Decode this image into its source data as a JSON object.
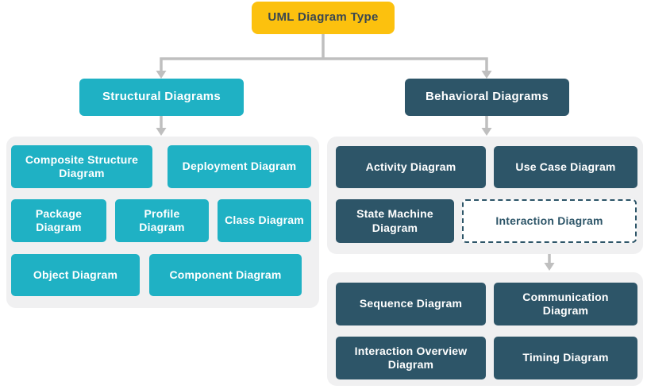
{
  "diagram_title": "UML Diagram Type",
  "colors": {
    "root_fill": "#FCC10E",
    "root_text": "#3A4750",
    "teal_fill": "#1FB1C4",
    "dark_fill": "#2D5568",
    "group_fill": "#F0F0F1",
    "connector": "#BFBFBF",
    "leaf_text": "#FFFFFF"
  },
  "root": {
    "label": "UML Diagram Type"
  },
  "structural": {
    "header": "Structural Diagrams",
    "items": [
      "Composite Structure Diagram",
      "Deployment Diagram",
      "Package Diagram",
      "Profile Diagram",
      "Class Diagram",
      "Object Diagram",
      "Component Diagram"
    ]
  },
  "behavioral": {
    "header": "Behavioral Diagrams",
    "items": [
      "Activity Diagram",
      "Use Case Diagram",
      "State Machine Diagram",
      "Interaction Diagram"
    ]
  },
  "interaction": {
    "parent": "Interaction Diagram",
    "items": [
      "Sequence Diagram",
      "Communication Diagram",
      "Interaction Overview Diagram",
      "Timing Diagram"
    ]
  }
}
